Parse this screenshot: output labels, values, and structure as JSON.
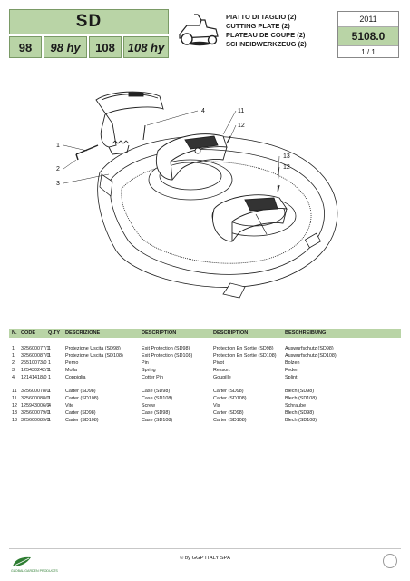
{
  "header": {
    "title": "SD",
    "models": [
      "98",
      "98 hy",
      "108",
      "108 hy"
    ],
    "descriptions": [
      "PIATTO DI TAGLIO (2)",
      "CUTTING PLATE (2)",
      "PLATEAU DE COUPE (2)",
      "SCHNEIDWERKZEUG (2)"
    ],
    "year": "2011",
    "table_code": "5108.0",
    "page": "1 / 1"
  },
  "diagram": {
    "callouts": [
      "1",
      "2",
      "3",
      "4",
      "11",
      "12",
      "13",
      "12"
    ]
  },
  "table": {
    "columns": [
      "N.",
      "CODE",
      "Q.TY",
      "DESCRIZIONE",
      "DESCRIPTION",
      "DESCRIPTION",
      "BESCHREIBUNG"
    ],
    "rows": [
      {
        "n": "1",
        "code": "325600077/1",
        "qty": "1",
        "it": "Protezione Uscita (SD98)",
        "en": "Exit Protection (SD98)",
        "fr": "Protection En Sortie (SD98)",
        "de": "Auswurfschutz (SD98)"
      },
      {
        "n": "1",
        "code": "325600087/0",
        "qty": "1",
        "it": "Protezione Uscita (SD108)",
        "en": "Exit Protection (SD108)",
        "fr": "Protection En Sortie (SD108)",
        "de": "Auswurfschutz (SD108)"
      },
      {
        "n": "2",
        "code": "25510073/0",
        "qty": "1",
        "it": "Perno",
        "en": "Pin",
        "fr": "Pivot",
        "de": "Bolzen"
      },
      {
        "n": "3",
        "code": "125430242/1",
        "qty": "1",
        "it": "Molla",
        "en": "Spring",
        "fr": "Ressort",
        "de": "Feder"
      },
      {
        "n": "4",
        "code": "12141418/0",
        "qty": "1",
        "it": "Coppiglia",
        "en": "Cotter Pin",
        "fr": "Goupille",
        "de": "Splint"
      },
      {
        "n": "11",
        "code": "325600078/0",
        "qty": "1",
        "it": "Carter (SD98)",
        "en": "Case (SD98)",
        "fr": "Carter (SD98)",
        "de": "Blech (SD98)"
      },
      {
        "n": "11",
        "code": "325600088/0",
        "qty": "1",
        "it": "Carter (SD108)",
        "en": "Case (SD108)",
        "fr": "Carter (SD108)",
        "de": "Blech (SD108)"
      },
      {
        "n": "12",
        "code": "125943006/0",
        "qty": "4",
        "it": "Vite",
        "en": "Screw",
        "fr": "Vis",
        "de": "Schraube"
      },
      {
        "n": "13",
        "code": "325600079/0",
        "qty": "1",
        "it": "Carter (SD98)",
        "en": "Case (SD98)",
        "fr": "Carter (SD98)",
        "de": "Blech (SD98)"
      },
      {
        "n": "13",
        "code": "325600089/0",
        "qty": "1",
        "it": "Carter (SD108)",
        "en": "Case (SD108)",
        "fr": "Carter (SD108)",
        "de": "Blech (SD108)"
      }
    ]
  },
  "footer": {
    "copyright": "© by GGP ITALY SPA",
    "brand": "GLOBAL GARDEN PRODUCTS"
  }
}
